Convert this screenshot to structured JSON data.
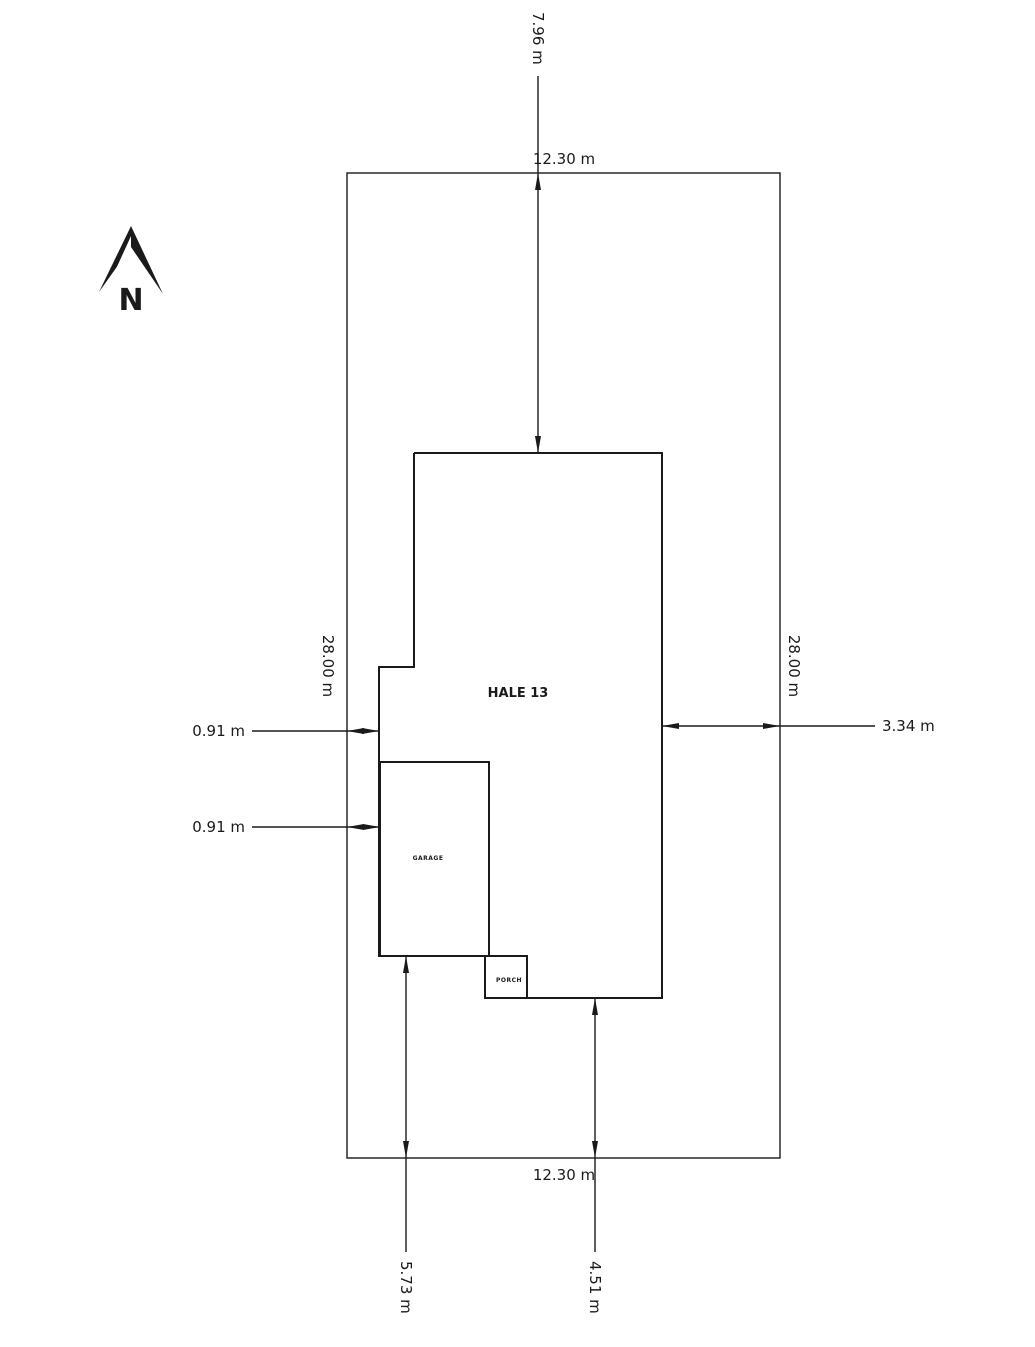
{
  "diagram": {
    "lot": {
      "top_width": "12.30 m",
      "bottom_width": "12.30 m",
      "left_depth": "28.00 m",
      "right_depth": "28.00 m"
    },
    "setbacks": {
      "front_top": "7.96 m",
      "left_upper": "0.91 m",
      "left_lower": "0.91 m",
      "right": "3.34 m",
      "rear_left": "5.73 m",
      "rear_right": "4.51 m"
    },
    "rooms": {
      "main": "HALE 13",
      "garage": "GARAGE",
      "porch": "PORCH"
    },
    "compass": {
      "letter": "N",
      "icon": "north-arrow-icon"
    }
  }
}
